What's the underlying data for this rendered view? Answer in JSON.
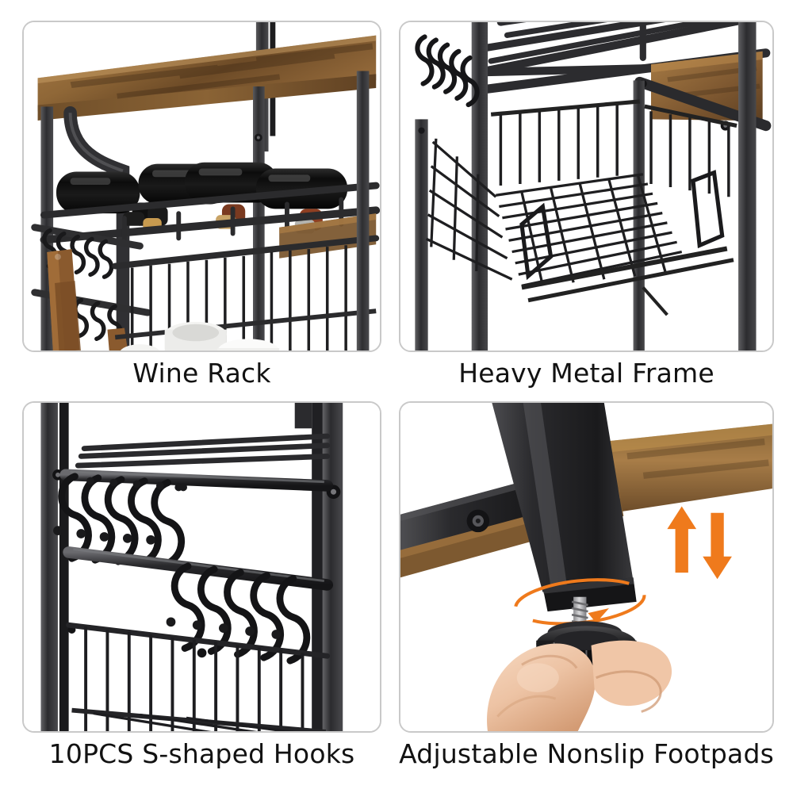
{
  "layout": {
    "type": "product-feature-grid",
    "columns": 2,
    "rows": 2,
    "background_color": "#ffffff",
    "panel_border_color": "#c9c9c9",
    "caption_color": "#121212"
  },
  "palette": {
    "metal_black": "#231f20",
    "metal_dark": "#3a3a3c",
    "metal_mid": "#4c4c4f",
    "metal_light": "#6d6d70",
    "wood_light": "#b98c4f",
    "wood_mid": "#8a6539",
    "wood_dark": "#5d4124",
    "wood_grain": "#412c17",
    "bottle_black": "#141414",
    "bottle_highlight": "#4a4a4a",
    "foil_gold": "#c79a4f",
    "foil_copper": "#8f3f22",
    "cork": "#c8a366",
    "ceramic_white": "#f2f2f0",
    "accent_orange": "#ef7a1c",
    "skin_light": "#f3cdb4",
    "skin_mid": "#e2b091",
    "skin_shadow": "#c68f6c"
  },
  "panels": [
    {
      "id": "wine-rack",
      "position": "top-left",
      "caption": "Wine Rack",
      "scene": "Rustic brown wood tabletop on black metal frame with a horizontal wine bottle rack holding four dark bottles with gold and copper foil caps; S-hooks with hanging wooden cutting boards on the left and a wire basket with white ceramic mugs below.",
      "elements": [
        "wood-tabletop",
        "metal-frame-posts",
        "wine-bottle-rack",
        "wine-bottles",
        "s-hooks",
        "cutting-boards",
        "wire-basket",
        "ceramic-mugs"
      ],
      "bottle_count": 4
    },
    {
      "id": "heavy-metal-frame",
      "position": "top-right",
      "caption": "Heavy Metal Frame",
      "scene": "Close-up of the sturdy black powder-coated square tube frame with an upper slatted shelf, a wood shelf corner, a removable wire mesh basket, and a row of S-hooks hanging on the left side rail.",
      "elements": [
        "square-tube-posts",
        "slatted-top-shelf",
        "wood-shelf-corner",
        "wire-mesh-basket",
        "s-hooks",
        "screw-bolt"
      ]
    },
    {
      "id": "s-shaped-hooks",
      "position": "bottom-left",
      "caption": "10PCS S-shaped Hooks",
      "scene": "Two horizontal black metal rails each holding five black S-shaped hooks, mounted between the upright posts above a wire basket.",
      "elements": [
        "upper-rail",
        "lower-rail",
        "s-hooks",
        "wire-basket",
        "frame-posts",
        "screw-bolt"
      ],
      "hooks_per_rail": 5,
      "rail_count": 2,
      "total_hooks": 10
    },
    {
      "id": "adjustable-nonslip-footpads",
      "position": "bottom-right",
      "caption": "Adjustable Nonslip Footpads",
      "scene": "A hand turns a knurled black adjustable footpad onto the threaded screw at the bottom of a black square leg, beside a wood shelf edge; orange up/down arrows and an orange rotation ellipse indicate height adjustment.",
      "elements": [
        "square-leg",
        "wood-shelf-edge",
        "threaded-screw",
        "knurled-footpad",
        "hand",
        "up-down-arrows",
        "rotation-indicator",
        "screw-bolt"
      ],
      "annotations": {
        "arrow_up_down": "height adjustment",
        "rotation": "screw to adjust"
      }
    }
  ]
}
